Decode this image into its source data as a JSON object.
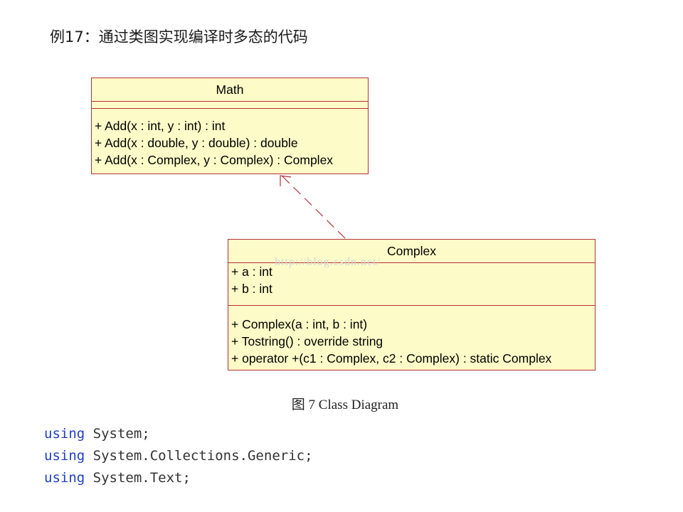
{
  "heading": "例17：通过类图实现编译时多态的代码",
  "math": {
    "name": "Math",
    "operations": [
      "+ Add(x : int, y : int) : int",
      "+ Add(x : double, y : double) : double",
      "+ Add(x : Complex, y : Complex) : Complex"
    ]
  },
  "complex": {
    "name": "Complex",
    "attributes": [
      "+ a : int",
      "+ b : int"
    ],
    "operations": [
      "+ Complex(a : int, b : int)",
      "+ Tostring() : override string",
      "+ operator +(c1 : Complex, c2 : Complex) : static Complex"
    ]
  },
  "watermark": "http://blog.csdn.net/",
  "caption": "图 7 Class Diagram",
  "code": [
    {
      "keyword": "using",
      "text": "System;"
    },
    {
      "keyword": "using",
      "text": "System.Collections.Generic;"
    },
    {
      "keyword": "using",
      "text": "System.Text;"
    }
  ],
  "colors": {
    "box_fill": "#fdfbc8",
    "box_border": "#b3303a",
    "keyword": "#1f3fbf"
  },
  "relationship": {
    "type": "dependency",
    "from": "Complex",
    "to": "Math",
    "style": "dashed-open-arrow"
  }
}
